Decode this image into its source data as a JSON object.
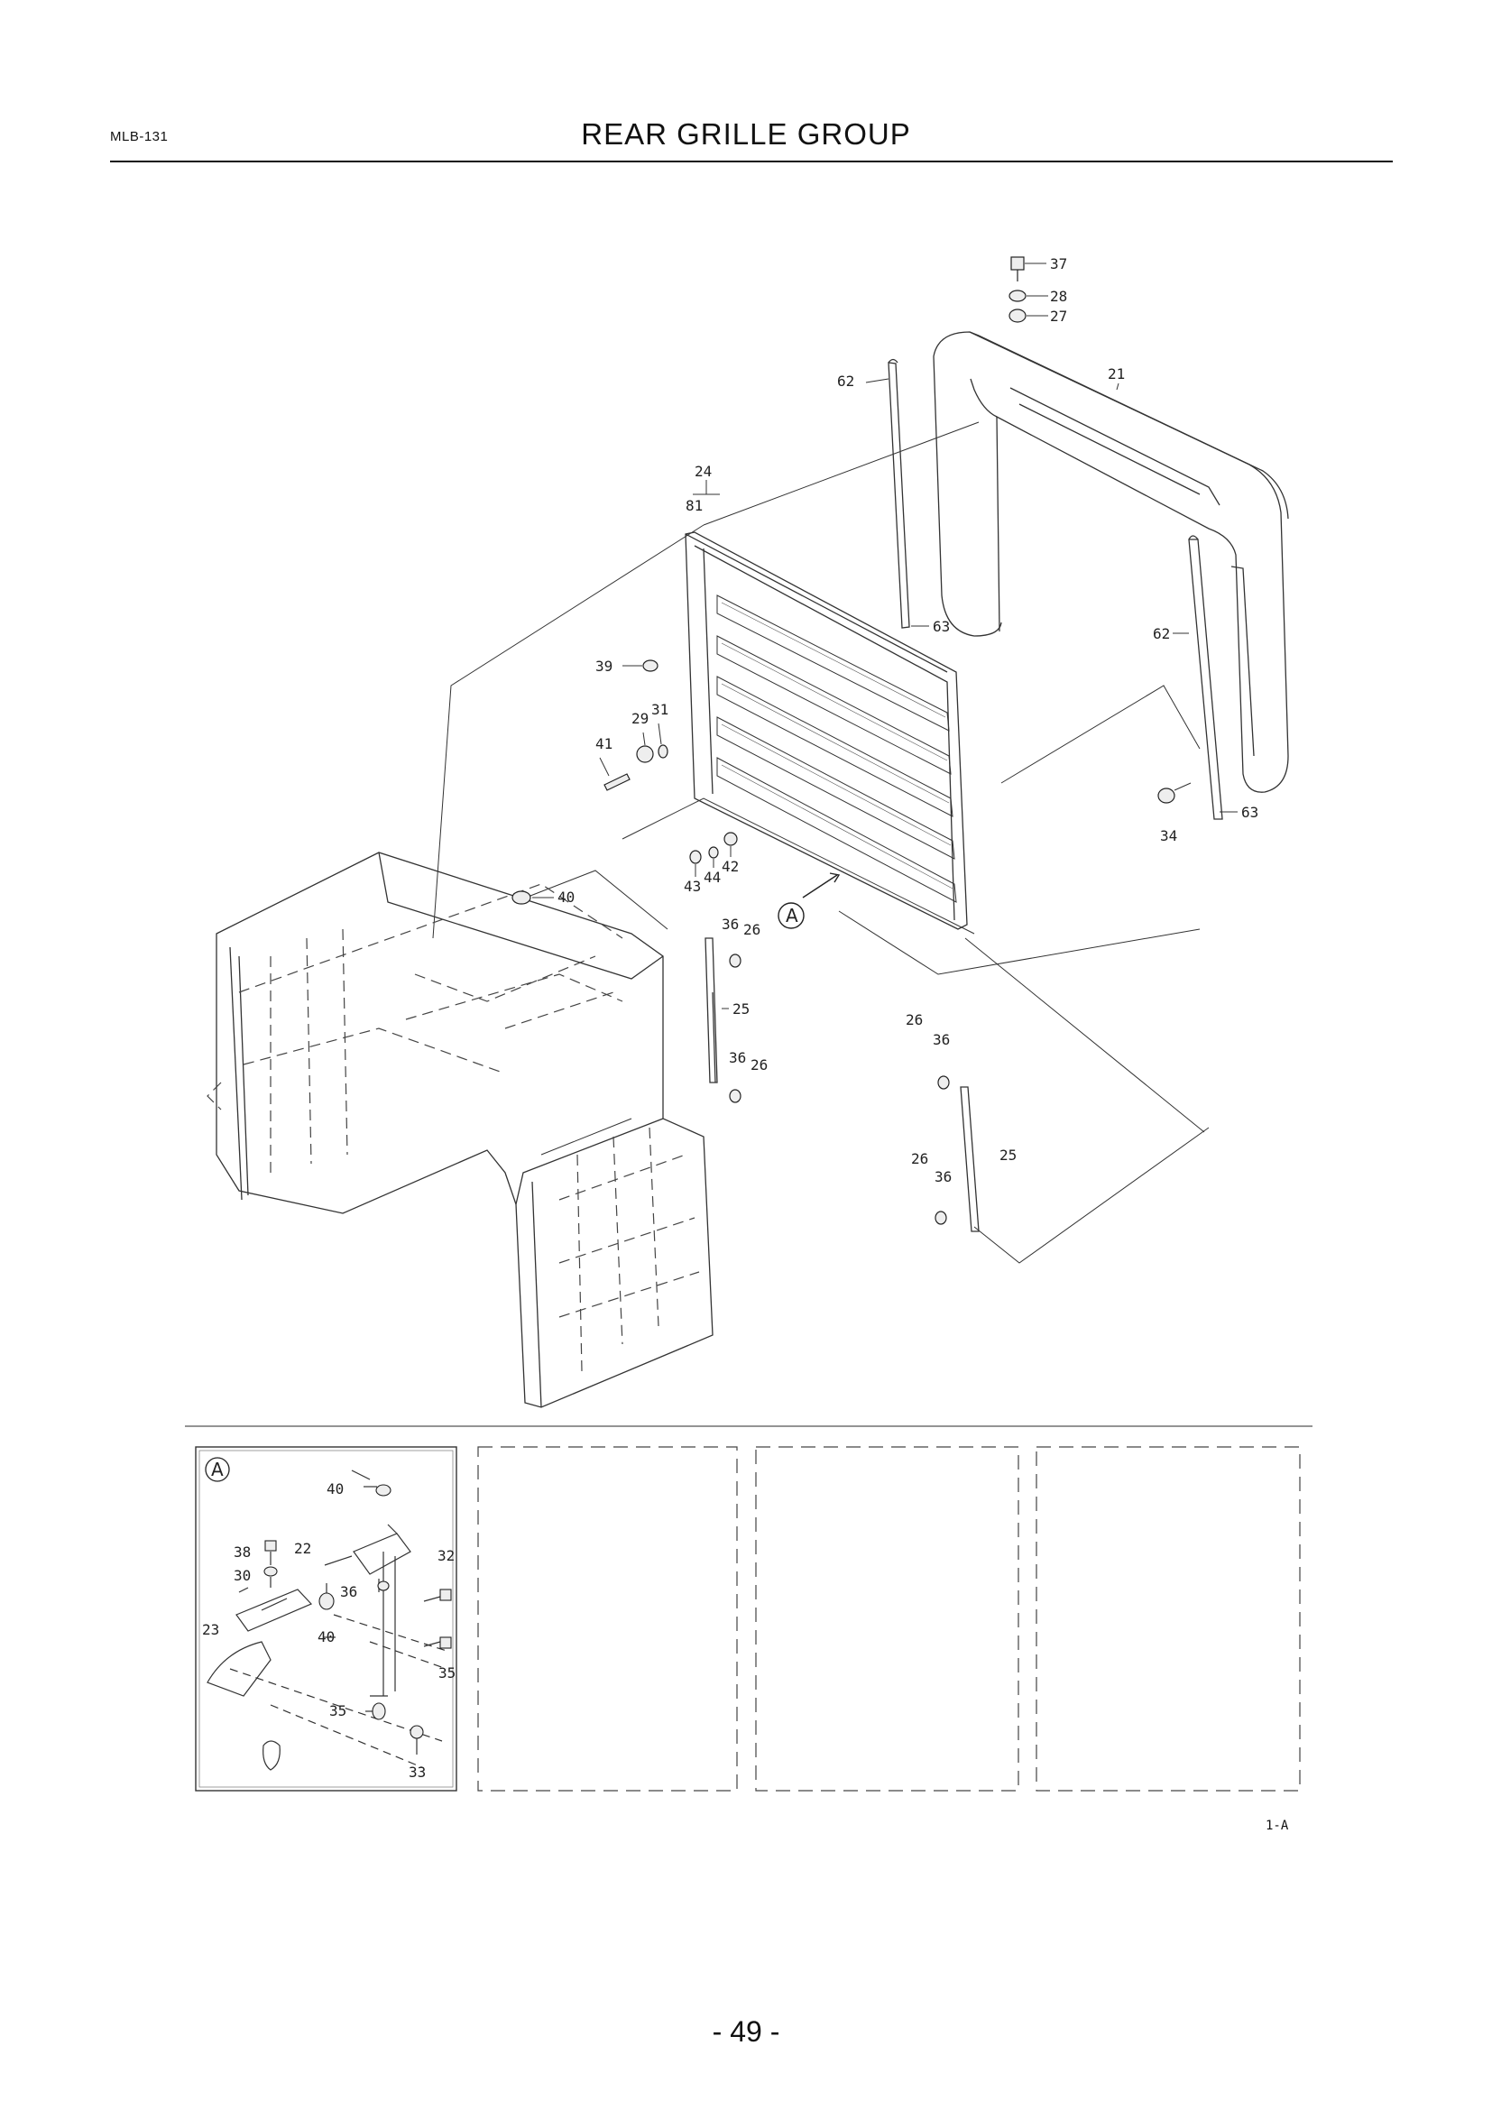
{
  "header": {
    "code": "MLB-131",
    "title": "REAR GRILLE GROUP"
  },
  "diagram": {
    "callouts": [
      "37",
      "28",
      "27",
      "21",
      "62",
      "24",
      "81",
      "63",
      "62",
      "39",
      "29",
      "31",
      "41",
      "34",
      "63",
      "40",
      "43",
      "44",
      "42",
      "36",
      "26",
      "25",
      "26",
      "36",
      "36",
      "26",
      "26",
      "25",
      "36"
    ],
    "detail_marker": "A",
    "inset": {
      "marker": "A",
      "callouts": [
        "40",
        "38",
        "22",
        "32",
        "30",
        "36",
        "23",
        "40",
        "35",
        "35",
        "33"
      ]
    }
  },
  "sheet_code": "1-A",
  "page_number": "- 49 -"
}
